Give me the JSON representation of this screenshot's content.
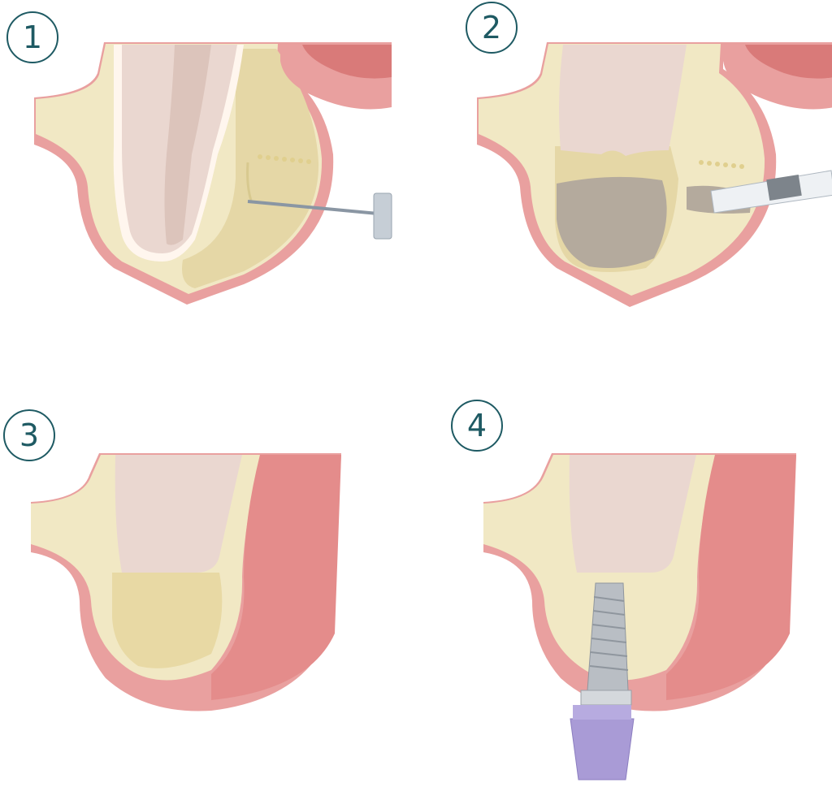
{
  "steps": [
    {
      "number": "1"
    },
    {
      "number": "2"
    },
    {
      "number": "3"
    },
    {
      "number": "4"
    }
  ],
  "colors": {
    "bone": "#f1e8c4",
    "bone_dark": "#e5d7a6",
    "gum": "#e9a09f",
    "gum_light": "#f2c1c0",
    "tooth_root": "#ead7d0",
    "tooth_shade": "#d9bdb4",
    "graft": "#b4aa9d",
    "implant": "#b9bec4",
    "abutment": "#a99bd6",
    "badge": "#1e5a63"
  },
  "icons": [
    "lance-tool-icon",
    "syringe-icon",
    "dental-implant-icon"
  ]
}
